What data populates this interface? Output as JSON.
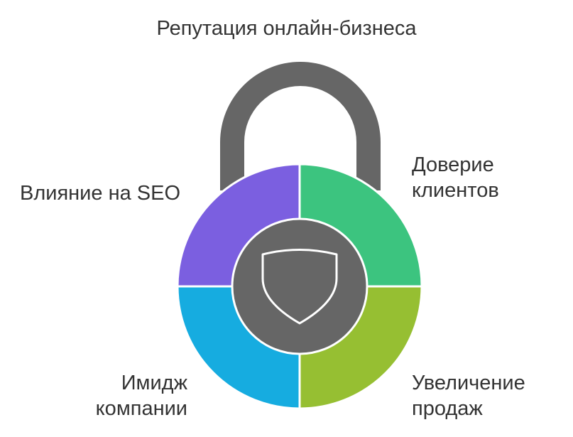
{
  "title": "Репутация онлайн-бизнеса",
  "segments": {
    "top_left": {
      "lines": [
        "Влияние на SEO"
      ],
      "color": "#7B5FE0"
    },
    "top_right": {
      "lines": [
        "Доверие",
        "клиентов"
      ],
      "color": "#3CC47F"
    },
    "bottom_left": {
      "lines": [
        "Имидж",
        "компании"
      ],
      "color": "#16ACE0"
    },
    "bottom_right": {
      "lines": [
        "Увеличение",
        "продаж"
      ],
      "color": "#96BF32"
    }
  },
  "lock": {
    "shackle_color": "#666666",
    "center_color": "#666666",
    "icon": "shield-icon"
  }
}
